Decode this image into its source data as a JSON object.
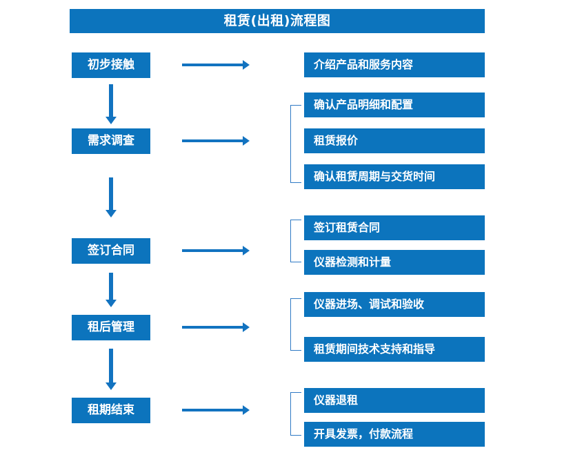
{
  "diagram": {
    "title": "租赁(出租)流程图",
    "colors": {
      "box_fill": "#0C74BD",
      "box_text": "#FFFFFF",
      "arrow": "#1273C0",
      "bracket": "#2E79C4",
      "background": "#FFFFFF"
    },
    "stages": [
      {
        "id": "initial-contact",
        "label": "初步接触",
        "details": [
          "介绍产品和服务内容"
        ],
        "has_bracket": false
      },
      {
        "id": "needs-survey",
        "label": "需求调查",
        "details": [
          "确认产品明细和配置",
          "租赁报价",
          "确认租赁周期与交货时间"
        ],
        "has_bracket": true
      },
      {
        "id": "sign-contract",
        "label": "签订合同",
        "details": [
          "签订租赁合同",
          "仪器检测和计量"
        ],
        "has_bracket": true
      },
      {
        "id": "post-rental-management",
        "label": "租后管理",
        "details": [
          "仪器进场、调试和验收",
          "租赁期间技术支持和指导"
        ],
        "has_bracket": true
      },
      {
        "id": "lease-end",
        "label": "租期结束",
        "details": [
          "仪器退租",
          "开具发票，付款流程"
        ],
        "has_bracket": true
      }
    ],
    "details_flat": [
      "介绍产品和服务内容",
      "确认产品明细和配置",
      "租赁报价",
      "确认租赁周期与交货时间",
      "签订租赁合同",
      "仪器检测和计量",
      "仪器进场、调试和验收",
      "租赁期间技术支持和指导",
      "仪器退租",
      "开具发票，付款流程"
    ]
  }
}
